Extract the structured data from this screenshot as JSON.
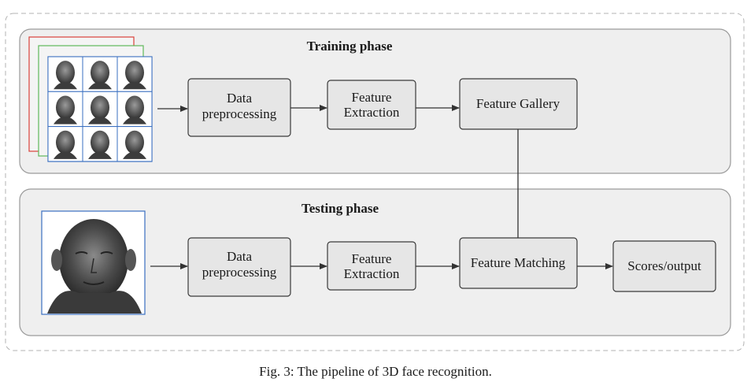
{
  "training": {
    "title": "Training phase",
    "preprocess": [
      "Data",
      "preprocessing"
    ],
    "extract": [
      "Feature",
      "Extraction"
    ],
    "gallery": "Feature Gallery"
  },
  "testing": {
    "title": "Testing phase",
    "preprocess": [
      "Data",
      "preprocessing"
    ],
    "extract": [
      "Feature",
      "Extraction"
    ],
    "matching": "Feature Matching",
    "output": "Scores/output"
  },
  "caption": "Fig. 3: The pipeline of 3D face recognition.",
  "colors": {
    "frame_red": "#d9413a",
    "frame_green": "#5fb85a",
    "frame_blue": "#3a6fc0"
  }
}
